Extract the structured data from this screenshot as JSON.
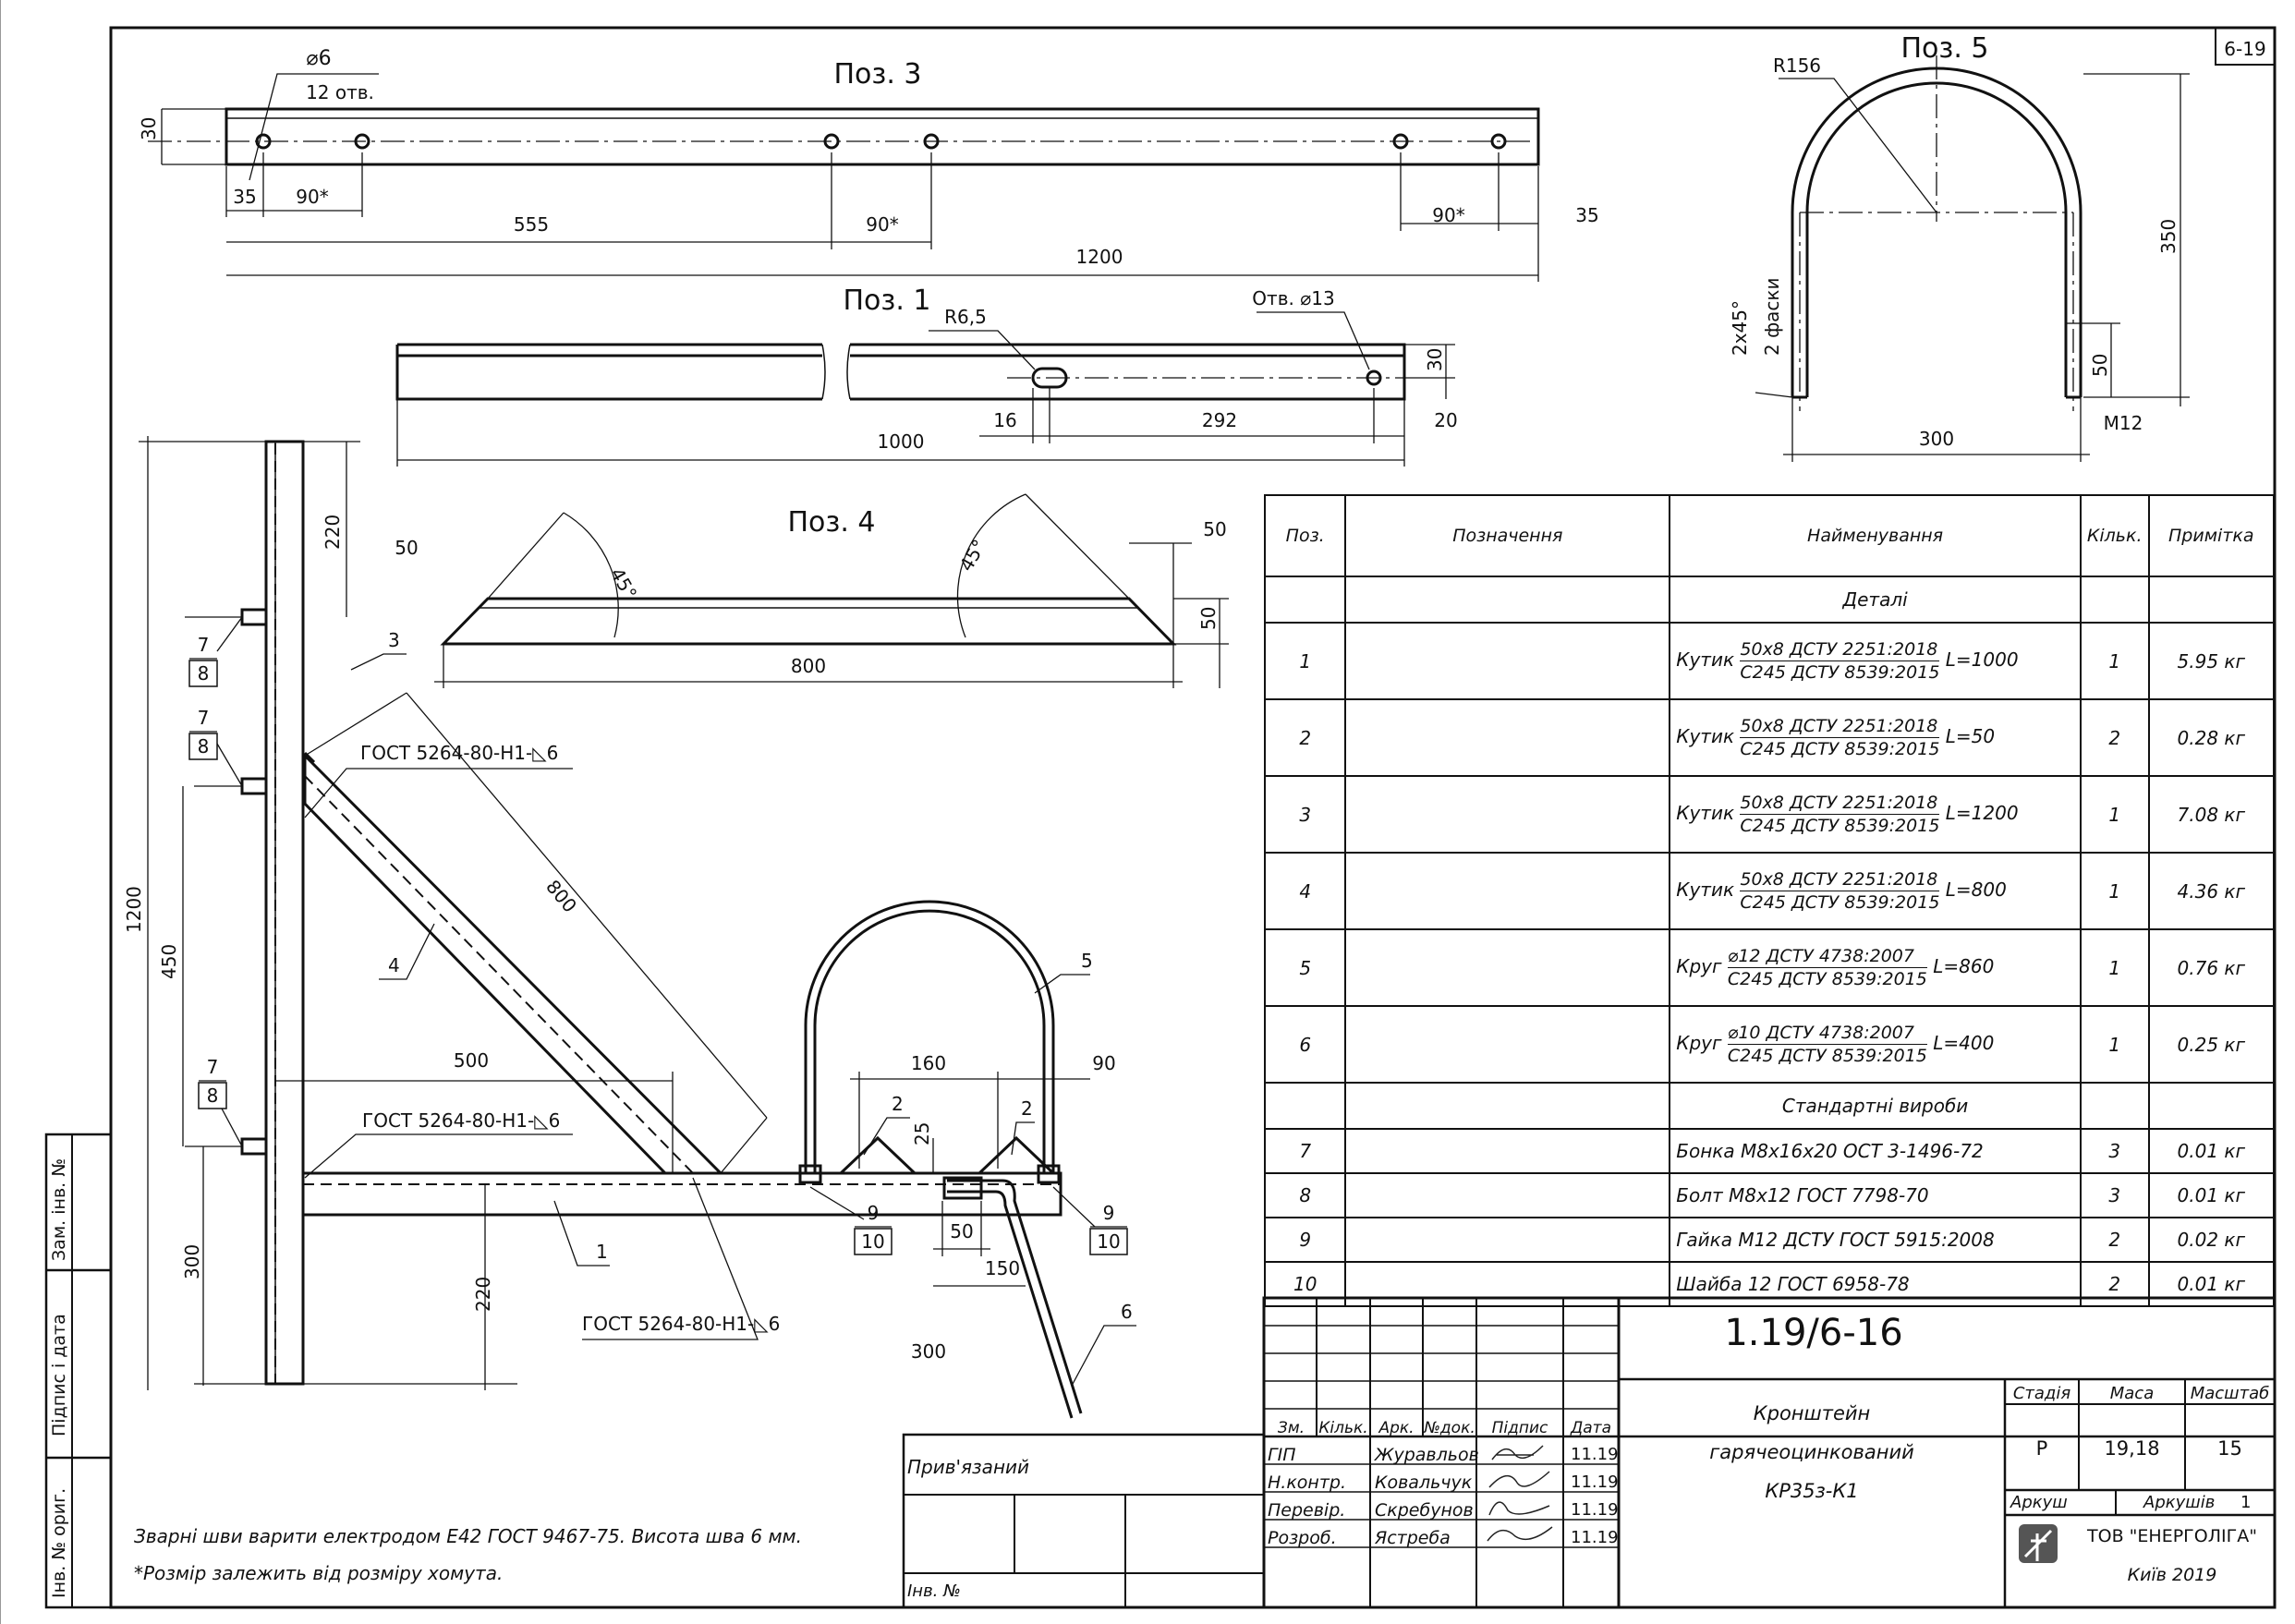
{
  "sheet_number": "6-19",
  "drawing": {
    "pos3": {
      "title": "Поз. 3",
      "hole_dia": "⌀6",
      "hole_count": "12 отв.",
      "height": "30",
      "offset": "35",
      "pitch_a": "90*",
      "span": "555",
      "pitch_b": "90*",
      "pitch_c": "90*",
      "end": "35",
      "length": "1200"
    },
    "pos1": {
      "title": "Поз. 1",
      "radius": "R6,5",
      "hole": "Отв. ⌀13",
      "height": "30",
      "d16": "16",
      "d292": "292",
      "d20": "20",
      "length": "1000"
    },
    "pos4": {
      "title": "Поз. 4",
      "angle_left": "45°",
      "angle_right": "45°",
      "w_left": "50",
      "w_right": "50",
      "h_right": "50",
      "length": "800"
    },
    "pos5": {
      "title": "Поз. 5",
      "radius": "R156",
      "height": "350",
      "chamfer": "2x45°",
      "chamfer_note": "2 фаски",
      "thread_len": "50",
      "thread": "M12",
      "width": "300"
    },
    "assembly": {
      "d220_top": "220",
      "d1200": "1200",
      "d450": "450",
      "d300": "300",
      "d220_bottom": "220",
      "d500": "500",
      "d800": "800",
      "d160": "160",
      "d90": "90",
      "d25": "25",
      "d50": "50",
      "d150": "150",
      "d300_b": "300",
      "weld_top": "ГОСТ 5264-80-Н1-◺6",
      "weld_mid": "ГОСТ 5264-80-Н1-◺6",
      "weld_bottom": "ГОСТ 5264-80-Н1-◺6",
      "callout_1": "1",
      "callout_2a": "2",
      "callout_2b": "2",
      "callout_3": "3",
      "callout_4": "4",
      "callout_5": "5",
      "callout_6": "6",
      "callout_7a": "7",
      "callout_8a": "8",
      "callout_7b": "7",
      "callout_8b": "8",
      "callout_7c": "7",
      "callout_8c": "8",
      "callout_9a": "9",
      "callout_10a": "10",
      "callout_9b": "9",
      "callout_10b": "10"
    }
  },
  "notes": [
    "Зварні шви варити електродом Е42 ГОСТ 9467-75. Висота шва 6 мм.",
    "*Розмір залежить від розміру хомута."
  ],
  "side_stamp": {
    "inv_orig": "Інв. № ориг.",
    "sign_date": "Підпис і дата",
    "repl_inv": "Зам. інв. №"
  },
  "tied": {
    "label": "Прив'язаний",
    "inv": "Інв. №"
  },
  "spec_table": {
    "headers": [
      "Поз.",
      "Позначення",
      "Найменування",
      "Кільк.",
      "Примітка"
    ],
    "section_details": "Деталі",
    "section_standard": "Стандартні вироби",
    "rows": [
      {
        "pos": "1",
        "prefix": "Кутик",
        "line1": "50х8 ДСТУ 2251:2018",
        "line2": "С245 ДСТУ 8539:2015",
        "suffix": "L=1000",
        "qty": "1",
        "note": "5.95 кг"
      },
      {
        "pos": "2",
        "prefix": "Кутик",
        "line1": "50х8 ДСТУ 2251:2018",
        "line2": "С245 ДСТУ 8539:2015",
        "suffix": "L=50",
        "qty": "2",
        "note": "0.28 кг"
      },
      {
        "pos": "3",
        "prefix": "Кутик",
        "line1": "50х8 ДСТУ 2251:2018",
        "line2": "С245 ДСТУ 8539:2015",
        "suffix": "L=1200",
        "qty": "1",
        "note": "7.08 кг"
      },
      {
        "pos": "4",
        "prefix": "Кутик",
        "line1": "50х8 ДСТУ 2251:2018",
        "line2": "С245 ДСТУ 8539:2015",
        "suffix": "L=800",
        "qty": "1",
        "note": "4.36 кг"
      },
      {
        "pos": "5",
        "prefix": "Круг",
        "line1": "⌀12 ДСТУ 4738:2007",
        "line2": "С245 ДСТУ 8539:2015",
        "suffix": "L=860",
        "qty": "1",
        "note": "0.76 кг"
      },
      {
        "pos": "6",
        "prefix": "Круг",
        "line1": "⌀10 ДСТУ 4738:2007",
        "line2": "С245 ДСТУ 8539:2015",
        "suffix": "L=400",
        "qty": "1",
        "note": "0.25 кг"
      }
    ],
    "std_rows": [
      {
        "pos": "7",
        "name": "Бонка М8х16х20 ОСТ 3-1496-72",
        "qty": "3",
        "note": "0.01 кг"
      },
      {
        "pos": "8",
        "name": "Болт М8х12 ГОСТ 7798-70",
        "qty": "3",
        "note": "0.01 кг"
      },
      {
        "pos": "9",
        "name": "Гайка М12 ДСТУ ГОСТ 5915:2008",
        "qty": "2",
        "note": "0.02 кг"
      },
      {
        "pos": "10",
        "name": "Шайба 12 ГОСТ 6958-78",
        "qty": "2",
        "note": "0.01 кг"
      }
    ]
  },
  "title_block": {
    "doc_code": "1.19/6-16",
    "cols": [
      "Зм.",
      "Кільк.",
      "Арк.",
      "№док.",
      "Підпис",
      "Дата"
    ],
    "people": [
      {
        "role": "ГІП",
        "name": "Журавльов",
        "date": "11.19"
      },
      {
        "role": "Н.контр.",
        "name": "Ковальчук",
        "date": "11.19"
      },
      {
        "role": "Перевір.",
        "name": "Скребунов",
        "date": "11.19"
      },
      {
        "role": "Розроб.",
        "name": "Ястреба",
        "date": "11.19"
      }
    ],
    "name_line1": "Кронштейн",
    "name_line2": "гарячеоцинкований",
    "name_line3": "КР35з-К1",
    "stage_label": "Стадія",
    "mass_label": "Маса",
    "scale_label": "Масштаб",
    "stage": "Р",
    "mass": "19,18",
    "scale": "15",
    "sheet_label": "Аркуш",
    "sheets_label": "Аркушів",
    "sheets": "1",
    "company": "ТОВ \"ЕНЕРГОЛІГА\"",
    "city_year": "Київ 2019"
  }
}
